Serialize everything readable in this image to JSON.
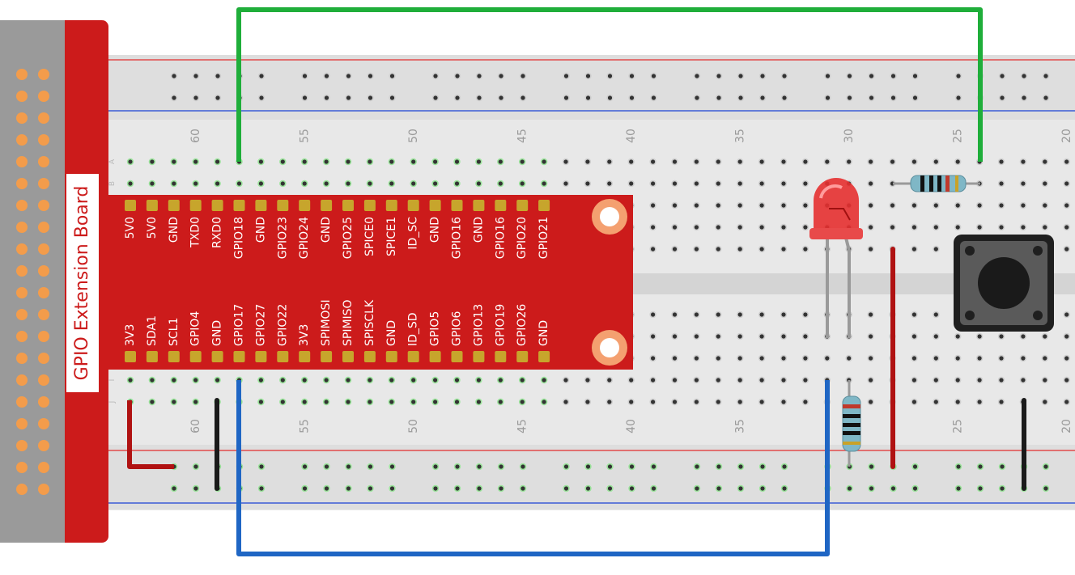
{
  "board": {
    "title": "GPIO Extension Board",
    "top_pins": [
      "5V0",
      "5V0",
      "GND",
      "TXD0",
      "RXD0",
      "GPIO18",
      "GND",
      "GPIO23",
      "GPIO24",
      "GND",
      "GPIO25",
      "SPICE0",
      "SPICE1",
      "ID_SC",
      "GND",
      "GPIO16",
      "GND",
      "GPIO16",
      "GPIO20",
      "GPIO21"
    ],
    "bottom_pins": [
      "3V3",
      "SDA1",
      "SCL1",
      "GPIO4",
      "GND",
      "GPIO17",
      "GPIO27",
      "GPIO22",
      "3V3",
      "SPIMOSI",
      "SPIMISO",
      "SPISCLK",
      "GND",
      "ID_SD",
      "GPIO5",
      "GPIO6",
      "GPIO13",
      "GPIO19",
      "GPIO26",
      "GND"
    ]
  },
  "breadboard": {
    "column_numbers": [
      "60",
      "55",
      "50",
      "45",
      "40",
      "35",
      "30",
      "25",
      "20"
    ],
    "row_letters_top": [
      "A",
      "B"
    ],
    "row_letters_bottom": [
      "I",
      "J"
    ]
  },
  "colors": {
    "board_red": "#cc1b1b",
    "header_gray": "#9a9a9a",
    "pin_orange": "#f39c4b",
    "pin_gold": "#c7a52c",
    "wire_green": "#1fae3a",
    "wire_blue": "#1f66c4",
    "wire_red": "#b01212",
    "wire_black": "#1a1a1a",
    "led_red": "#e63030",
    "button_body": "#3a3a3a"
  }
}
